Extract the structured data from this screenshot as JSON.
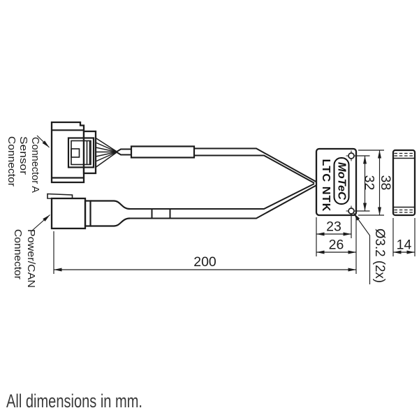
{
  "diagram": {
    "footer_note": "All dimensions in mm.",
    "module": {
      "brand": "MoTeC",
      "model": "LTC NTK"
    },
    "labels": {
      "sensor_connector": {
        "line1": "Connector A",
        "line2": "Sensor",
        "line3": "Connector"
      },
      "power_can_connector": {
        "line1": "Power/CAN",
        "line2": "Connector"
      }
    },
    "dimensions": {
      "overall_length": "200",
      "mount_hole_offset": "23",
      "body_width": "26",
      "mount_hole_spacing": "32",
      "body_height": "38",
      "body_depth": "14",
      "mount_hole_note": "Ø3.2 (2x)"
    }
  }
}
